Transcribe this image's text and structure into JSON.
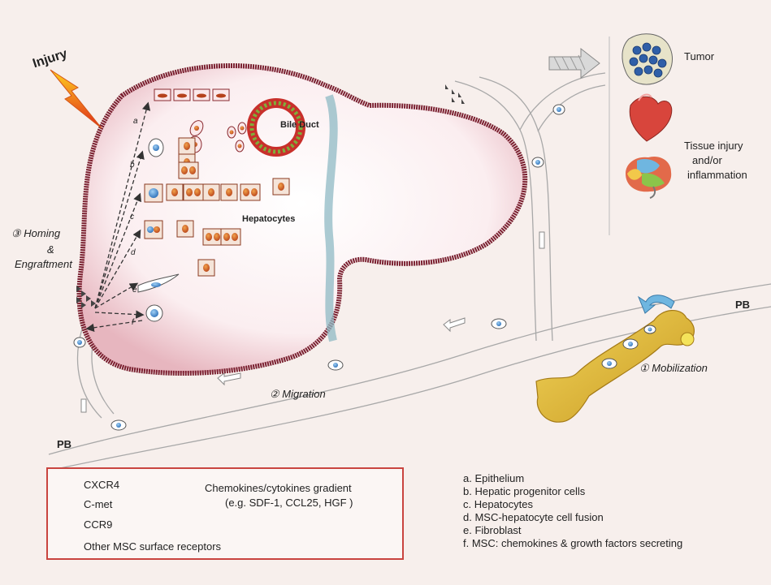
{
  "labels": {
    "injury": "Injury",
    "bile_duct": "Bile Duct",
    "hepatocytes": "Hepatocytes",
    "homing_line1": "③ Homing",
    "homing_line2": "&",
    "homing_line3": "Engraftment",
    "migration": "② Migration",
    "mobilization": "① Mobilization",
    "pb_right": "PB",
    "pb_left": "PB",
    "tumor": "Tumor",
    "tissue_line1": "Tissue injury",
    "tissue_line2": "and/or",
    "tissue_line3": "inflammation",
    "path_letters": [
      "a",
      "b",
      "c",
      "d",
      "e",
      "f"
    ]
  },
  "legend": {
    "cxcr4": "CXCR4",
    "cmet": "C-met",
    "ccr9": "CCR9",
    "other": "Other MSC surface receptors",
    "chemokines_line1": "Chemokines/cytokines gradient",
    "chemokines_line2": "(e.g. SDF-1, CCL25, HGF )"
  },
  "key": [
    "a. Epithelium",
    "b. Hepatic progenitor cells",
    "c. Hepatocytes",
    "d. MSC-hepatocyte cell fusion",
    "e. Fibroblast",
    "f. MSC: chemokines & growth factors secreting"
  ],
  "colors": {
    "liver_outline": "#7a2030",
    "liver_fill": "#fdf3f4",
    "bone": "#e8c33a",
    "legend_border": "#c9443f",
    "vessel": "#9a9a9a",
    "hepatocyte_nucleus": "#d0521e",
    "stem_nucleus": "#4a90d9"
  }
}
